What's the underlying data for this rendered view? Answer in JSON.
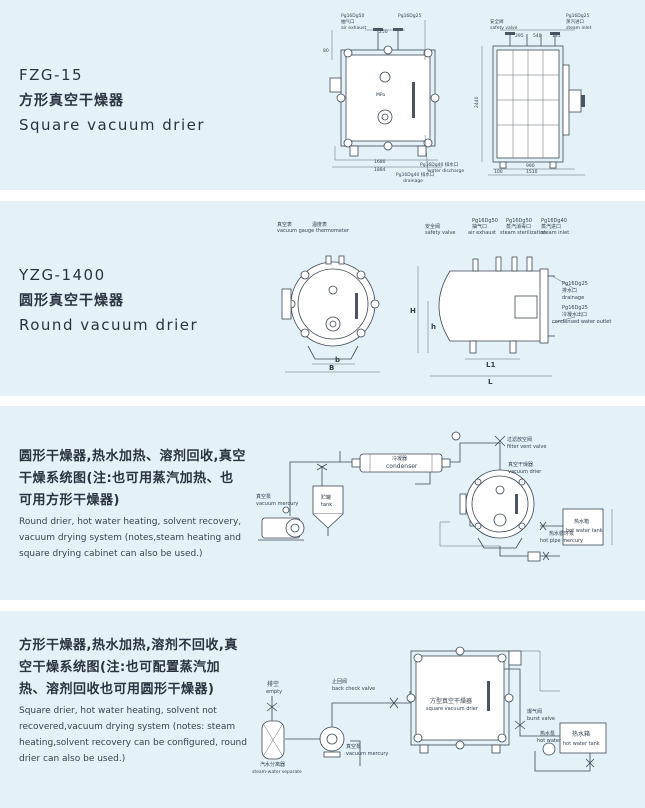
{
  "section1": {
    "code": "FZG-15",
    "name_cn": "方形真空干燥器",
    "name_en": "Square vacuum drier",
    "labels": {
      "pg_air": "Pg16Dg50",
      "air_cn": "抽气口",
      "air_en": "air exhaust",
      "pg_top": "Pg16Dg25",
      "safety_cn": "安全阀",
      "safety_en": "safety valve",
      "pg_steam": "Pg16Dg25",
      "steam_cn": "蒸汽进口",
      "steam_en": "steam inlet",
      "pg_water": "Pg16Dg40 排水口",
      "water_en": "water discharge",
      "pg_drain": "Pg16Dg40 排水口",
      "drain_en": "drainage",
      "mpa": "MPa"
    },
    "dims": {
      "d_250": "250",
      "d_80": "80",
      "d_1680": "1680",
      "d_1884": "1884",
      "d_2440": "2440",
      "d_295": "295",
      "d_540": "540",
      "d_135": "135",
      "d_990": "990",
      "d_100": "100",
      "d_1510": "1510"
    }
  },
  "section2": {
    "code": "YZG-1400",
    "name_cn": "圆形真空干燥器",
    "name_en": "Round vacuum drier",
    "labels": {
      "gauge_cn": "真空表",
      "thermo_cn": "温度表",
      "gauge_en": "vacuum gauge thermometer",
      "safety_cn": "安全阀",
      "safety_en": "safety valve",
      "pg1": "Pg16Dg50",
      "air_cn": "抽气口",
      "air_en": "air exhaust",
      "pg2": "Pg16Dg50",
      "steam_cn": "蒸汽消毒口",
      "steam_en": "steam sterilization",
      "pg3": "Pg16Dg40",
      "inlet_cn": "蒸汽进口",
      "inlet_en": "steam inlet",
      "pg4": "Pg16Dg25",
      "drain_cn": "排水口",
      "drain_en": "drainage",
      "pg5": "Pg16Dg25",
      "cond_cn": "冷凝水出口",
      "cond_en": "condensed water outlet",
      "dim_H": "H",
      "dim_h": "h",
      "dim_b": "b",
      "dim_B": "B",
      "dim_L1": "L1",
      "dim_L": "L"
    }
  },
  "section3": {
    "title_cn": "圆形干燥器,热水加热、溶剂回收,真空干燥系统图(注:也可用蒸汽加热、也可用方形干燥器)",
    "desc_en": "Round drier, hot water heating, solvent recovery, vacuum drying system (notes,steam heating and square drying cabinet can also be used.)",
    "labels": {
      "filter_cn": "过滤放空阀",
      "filter_en": "filter vent valve",
      "condenser_cn": "冷凝器",
      "condenser_en": "condenser",
      "vdrier_cn": "真空干燥器",
      "vdrier_en": "vacuum drier",
      "pump_cn": "真空泵",
      "pump_en": "vacuum mercury",
      "tank_cn": "贮罐",
      "tank_en": "tank",
      "hwpump_cn": "热水循环泵",
      "hwpump_en": "hot pipe mercury",
      "hwtank_cn": "热水箱",
      "hwtank_en": "hot water tank"
    }
  },
  "section4": {
    "title_cn": "方形干燥器,热水加热,溶剂不回收,真空干燥系统图(注:也可配置蒸汽加热、溶剂回收也可用圆形干燥器)",
    "desc_en": "Square drier, hot water heating, solvent not recovered,vacuum drying system (notes: steam heating,solvent recovery can be configured, round drier can also be used.)",
    "labels": {
      "empty_cn": "排空",
      "empty_en": "empty",
      "check_cn": "止回阀",
      "check_en": "back check valve",
      "square_cn": "方型真空干燥器",
      "square_en": "square vacuum drier",
      "pump_cn": "真空泵",
      "pump_en": "vacuum mercury",
      "sep_cn": "汽水分离器",
      "sep_en": "steam-water separate",
      "drain_cn": "爆气阀",
      "drain_en": "burst valve",
      "hwp_cn": "热水泵",
      "hwp_en": "hot water",
      "hwtank_cn": "热水箱",
      "hwtank_en": "hot water tank"
    }
  }
}
